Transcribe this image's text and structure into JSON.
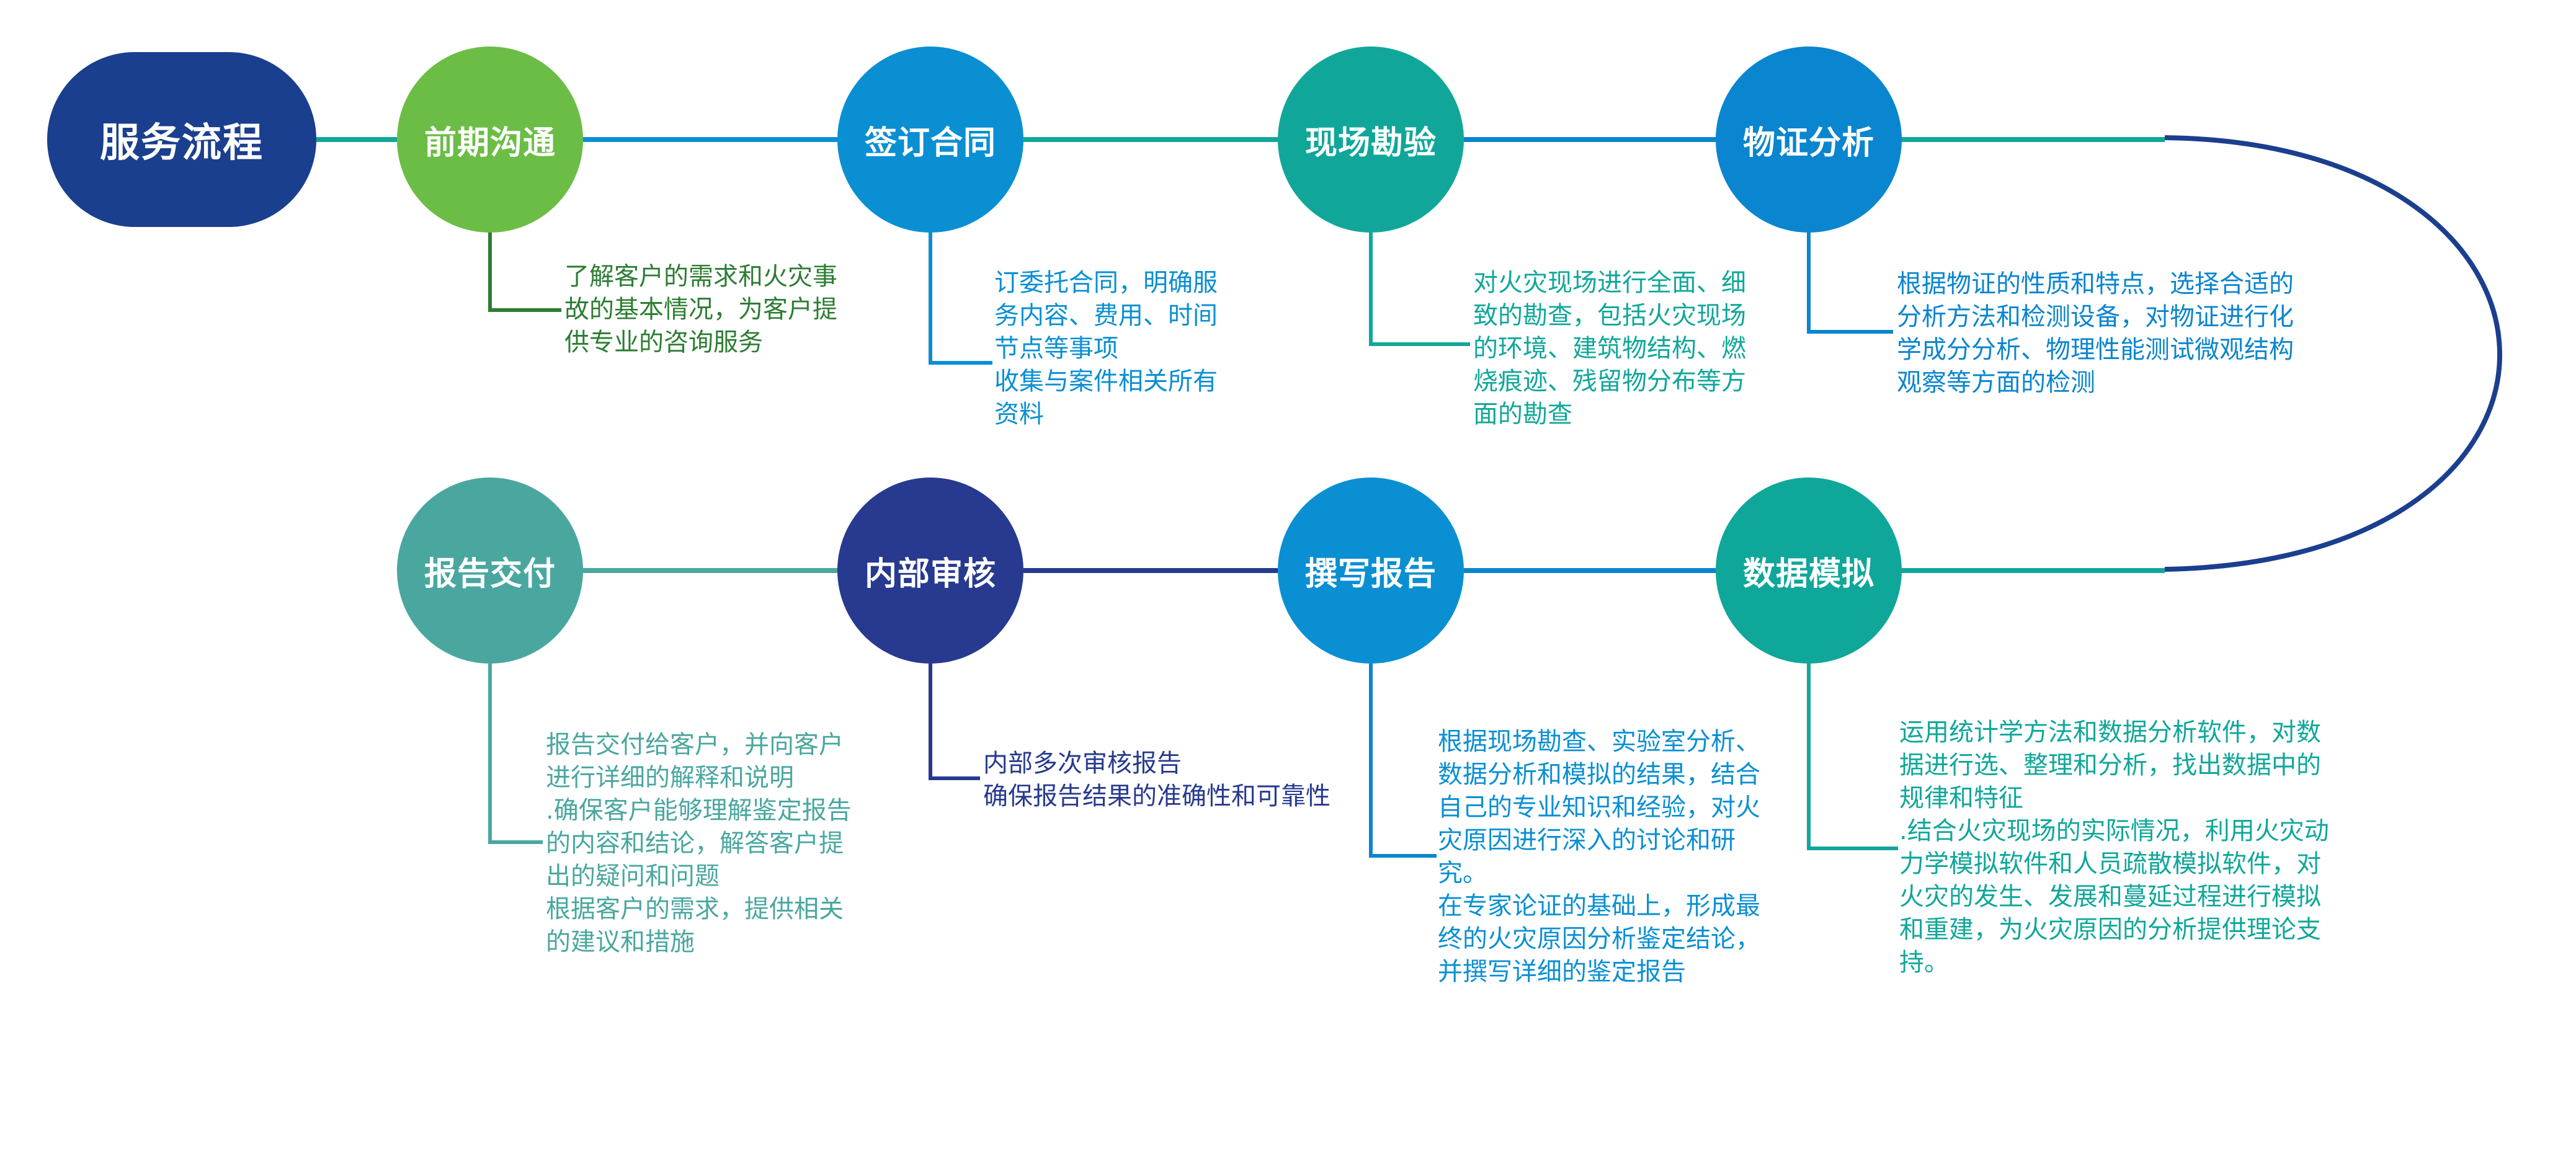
{
  "title": "服务流程",
  "colors": {
    "title_bg": "#1b3f8f",
    "step1": "#6bbd45",
    "step2": "#0a8fd3",
    "step3": "#10a79a",
    "step4": "#0a85cf",
    "step5": "#0fa79a",
    "step6": "#0a8fd3",
    "step7": "#273a8f",
    "step8": "#4aa79f",
    "arc": "#1b3f8f"
  },
  "steps": [
    {
      "label": "前期沟通",
      "desc": [
        "了解客户的需求和火灾事",
        "故的基本情况，为客户提",
        "供专业的咨询服务"
      ]
    },
    {
      "label": "签订合同",
      "desc": [
        "订委托合同，明确服",
        "务内容、费用、时间",
        "节点等事项",
        "收集与案件相关所有",
        "资料"
      ]
    },
    {
      "label": "现场勘验",
      "desc": [
        "对火灾现场进行全面、细",
        "致的勘查，包括火灾现场",
        "的环境、建筑物结构、燃",
        "烧痕迹、残留物分布等方",
        "面的勘查"
      ]
    },
    {
      "label": "物证分析",
      "desc": [
        "根据物证的性质和特点，选择合适的",
        "分析方法和检测设备，对物证进行化",
        "学成分分析、物理性能测试微观结构",
        "观察等方面的检测"
      ]
    },
    {
      "label": "数据模拟",
      "desc": [
        "运用统计学方法和数据分析软件，对数",
        "据进行选、整理和分析，找出数据中的",
        "规律和特征",
        ".结合火灾现场的实际情况，利用火灾动",
        "力学模拟软件和人员疏散模拟软件，对",
        "火灾的发生、发展和蔓延过程进行模拟",
        "和重建，为火灾原因的分析提供理论支",
        "持。"
      ]
    },
    {
      "label": "撰写报告",
      "desc": [
        "根据现场勘查、实验室分析、",
        "数据分析和模拟的结果，结合",
        "自己的专业知识和经验，对火",
        "灾原因进行深入的讨论和研",
        "究。",
        "在专家论证的基础上，形成最",
        "终的火灾原因分析鉴定结论，",
        "并撰写详细的鉴定报告"
      ]
    },
    {
      "label": "内部审核",
      "desc": [
        "内部多次审核报告",
        "确保报告结果的准确性和可靠性"
      ]
    },
    {
      "label": "报告交付",
      "desc": [
        "报告交付给客户，并向客户",
        "进行详细的解释和说明",
        ".确保客户能够理解鉴定报告",
        "的内容和结论，解答客户提",
        "出的疑问和问题",
        "根据客户的需求，提供相关",
        "的建议和措施"
      ]
    }
  ]
}
